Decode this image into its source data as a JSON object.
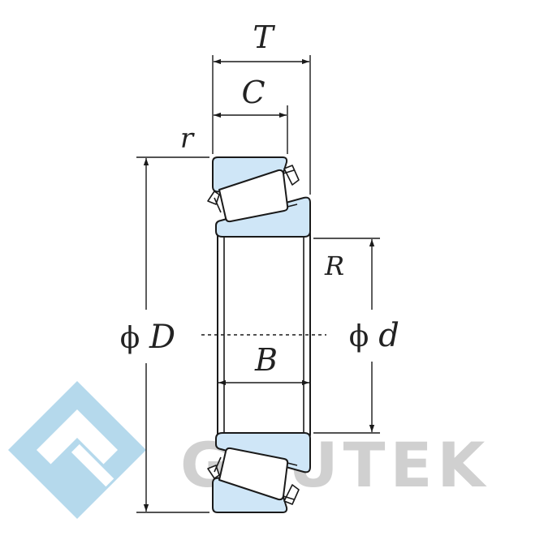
{
  "labels": {
    "T": "T",
    "C": "C",
    "r": "r",
    "R": "R",
    "B": "B",
    "phi": "ϕ",
    "D": "D",
    "d": "d"
  },
  "watermark": {
    "text": "GRUTEK",
    "logo_color": "#a9d3e9",
    "text_color": "#c8c8c8"
  },
  "colors": {
    "ring_fill": "#cfe6f7",
    "outline": "#1a1a1a"
  }
}
